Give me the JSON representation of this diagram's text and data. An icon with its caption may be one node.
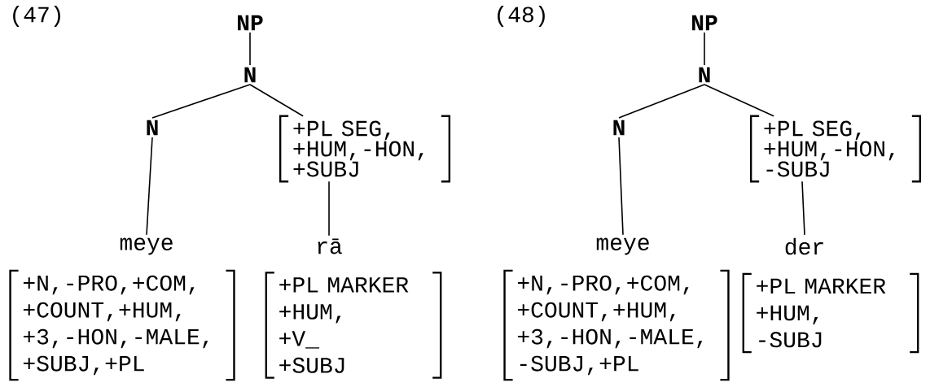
{
  "diagram": {
    "nodes": [
      {
        "text": [
          "NP"
        ]
      },
      {
        "text": [
          "N"
        ]
      },
      {
        "text": [
          "N"
        ]
      },
      {
        "text": [
          "+PL SEG, +HUM,-HON, +SUBJ"
        ]
      },
      {
        "text": [
          "meye"
        ]
      },
      {
        "text": [
          "rā"
        ]
      },
      {
        "text": [
          "+N,-PRO,+COM, +COUNT,+HUM, +3,-HON,-MALE, +SUBJ,+PL"
        ]
      },
      {
        "text": [
          "+PL MARKER +HUM, +V_ +SUBJ"
        ]
      },
      {
        "text": [
          "NP"
        ]
      },
      {
        "text": [
          "N"
        ]
      },
      {
        "text": [
          "N"
        ]
      },
      {
        "text": [
          "+PL SEG, +HUM,-HON, -SUBJ"
        ]
      },
      {
        "text": [
          "meye"
        ]
      },
      {
        "text": [
          "der"
        ]
      },
      {
        "text": [
          "+N,-PRO,+COM, +COUNT,+HUM, +3,-HON,-MALE, -SUBJ,+PL"
        ]
      },
      {
        "text": [
          "+PL MARKER +HUM, -SUBJ"
        ]
      }
    ],
    "edges": [
      {
        "from": 0,
        "to": 1,
        "arrow": "none"
      },
      {
        "from": 1,
        "to": 2,
        "arrow": "none"
      },
      {
        "from": 1,
        "to": 3,
        "arrow": "none"
      },
      {
        "from": 2,
        "to": 4,
        "arrow": "none"
      },
      {
        "from": 3,
        "to": 5,
        "arrow": "none"
      },
      {
        "from": 8,
        "to": 9,
        "arrow": "none"
      },
      {
        "from": 9,
        "to": 10,
        "arrow": "none"
      },
      {
        "from": 9,
        "to": 11,
        "arrow": "none"
      },
      {
        "from": 10,
        "to": 12,
        "arrow": "none"
      },
      {
        "from": 11,
        "to": 13,
        "arrow": "none"
      }
    ],
    "labels": [
      "(47)",
      "(48)"
    ]
  }
}
